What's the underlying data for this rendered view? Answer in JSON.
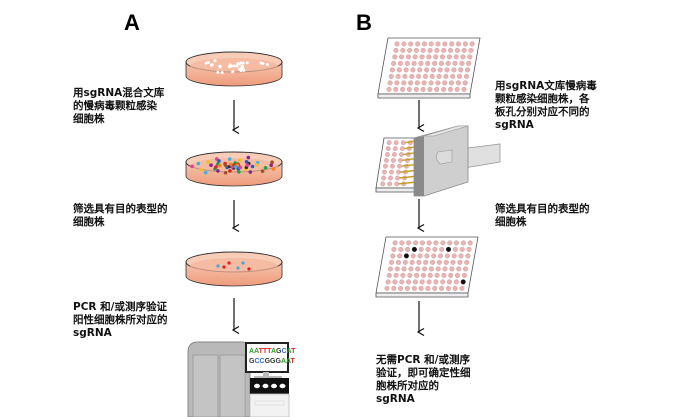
{
  "panels": {
    "A": {
      "label": "A",
      "steps": [
        "用sgRNA混合文库\n的慢病毒颗粒感染\n细胞株",
        "筛选具有目的表型的\n细胞株",
        "PCR 和/或测序验证\n阳性细胞株所对应的\nsgRNA"
      ],
      "sequence_lines": [
        [
          "A",
          "A",
          "T",
          "T",
          "T",
          "A",
          "G",
          "C",
          "A",
          "T"
        ],
        [
          "G",
          "C",
          "C",
          "G",
          "G",
          "G",
          "A",
          "A",
          "T"
        ]
      ]
    },
    "B": {
      "label": "B",
      "steps": [
        "用sgRNA文库慢病毒\n颗粒感染细胞株，各\n板孔分别对应不同的\nsgRNA",
        "筛选具有目的表型的\n细胞株",
        "无需PCR 和/或测序\n验证，即可确定性细\n胞株所对应的\nsgRNA"
      ]
    }
  },
  "colors": {
    "dish_medium": "#f0a888",
    "dish_edge": "#333333",
    "well_pink": "#e8b4b4",
    "base_A": "#2aa02a",
    "base_T": "#e02020",
    "base_G": "#333333",
    "base_C": "#3070d0",
    "instrument_gray": "#b8b8b8"
  },
  "icons": [
    "petri-dish-icon",
    "96-well-plate-icon",
    "multichannel-pipette-icon",
    "sequencer-icon",
    "arrow-down-icon"
  ]
}
